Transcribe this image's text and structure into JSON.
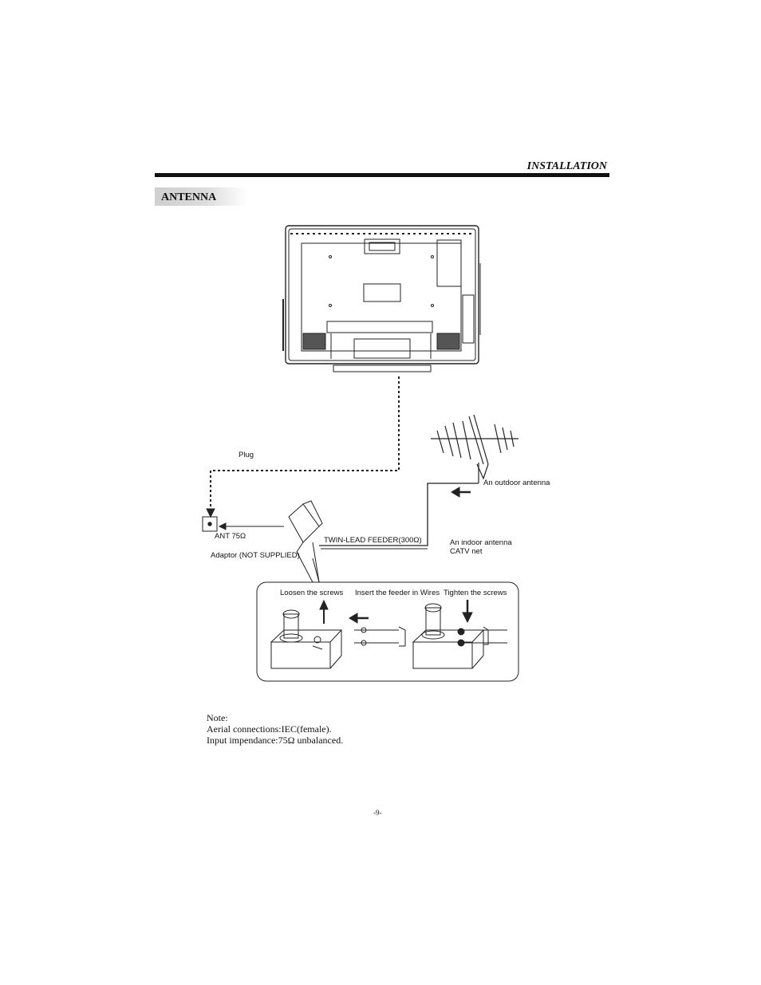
{
  "header": {
    "section": "INSTALLATION"
  },
  "section": {
    "title": "ANTENNA"
  },
  "diagram": {
    "labels": {
      "plug": "Plug",
      "outdoor_antenna": "An outdoor antenna",
      "ant_75": "ANT 75Ω",
      "twin_lead": "TWIN-LEAD FEEDER(300Ω)",
      "indoor_antenna": "An indoor antenna",
      "catv_net": "CATV net",
      "adaptor": "Adaptor  (NOT SUPPLIED)",
      "loosen": "Loosen the screws",
      "insert": "Insert the feeder in Wires",
      "tighten": "Tighten the screws"
    }
  },
  "note": {
    "heading": "Note:",
    "line1": "Aerial connections:IEC(female).",
    "line2": "Input impendance:75Ω unbalanced."
  },
  "footer": {
    "page": "-9-"
  }
}
